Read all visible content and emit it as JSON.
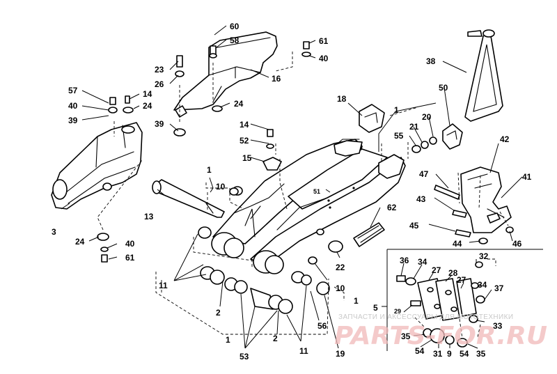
{
  "watermark": {
    "tagline": "ЗАПЧАСТИ И АКСЕССУАРЫ ДЛЯ МОТОТЕХНИКИ",
    "brand": "PARTS-FOR.RU"
  },
  "callouts": [
    "60",
    "58",
    "61",
    "40",
    "23",
    "26",
    "16",
    "57",
    "14",
    "40",
    "24",
    "39",
    "24",
    "39",
    "14",
    "52",
    "15",
    "18",
    "1",
    "21",
    "20",
    "55",
    "50",
    "38",
    "1",
    "10",
    "51",
    "13",
    "3",
    "62",
    "42",
    "47",
    "41",
    "43",
    "45",
    "44",
    "46",
    "24",
    "40",
    "61",
    "11",
    "22",
    "10",
    "1",
    "36",
    "34",
    "27",
    "28",
    "32",
    "34",
    "37",
    "27",
    "29",
    "5",
    "2",
    "56",
    "33",
    "35",
    "54",
    "31",
    "9",
    "54",
    "35",
    "1",
    "53",
    "2",
    "11",
    "19"
  ]
}
